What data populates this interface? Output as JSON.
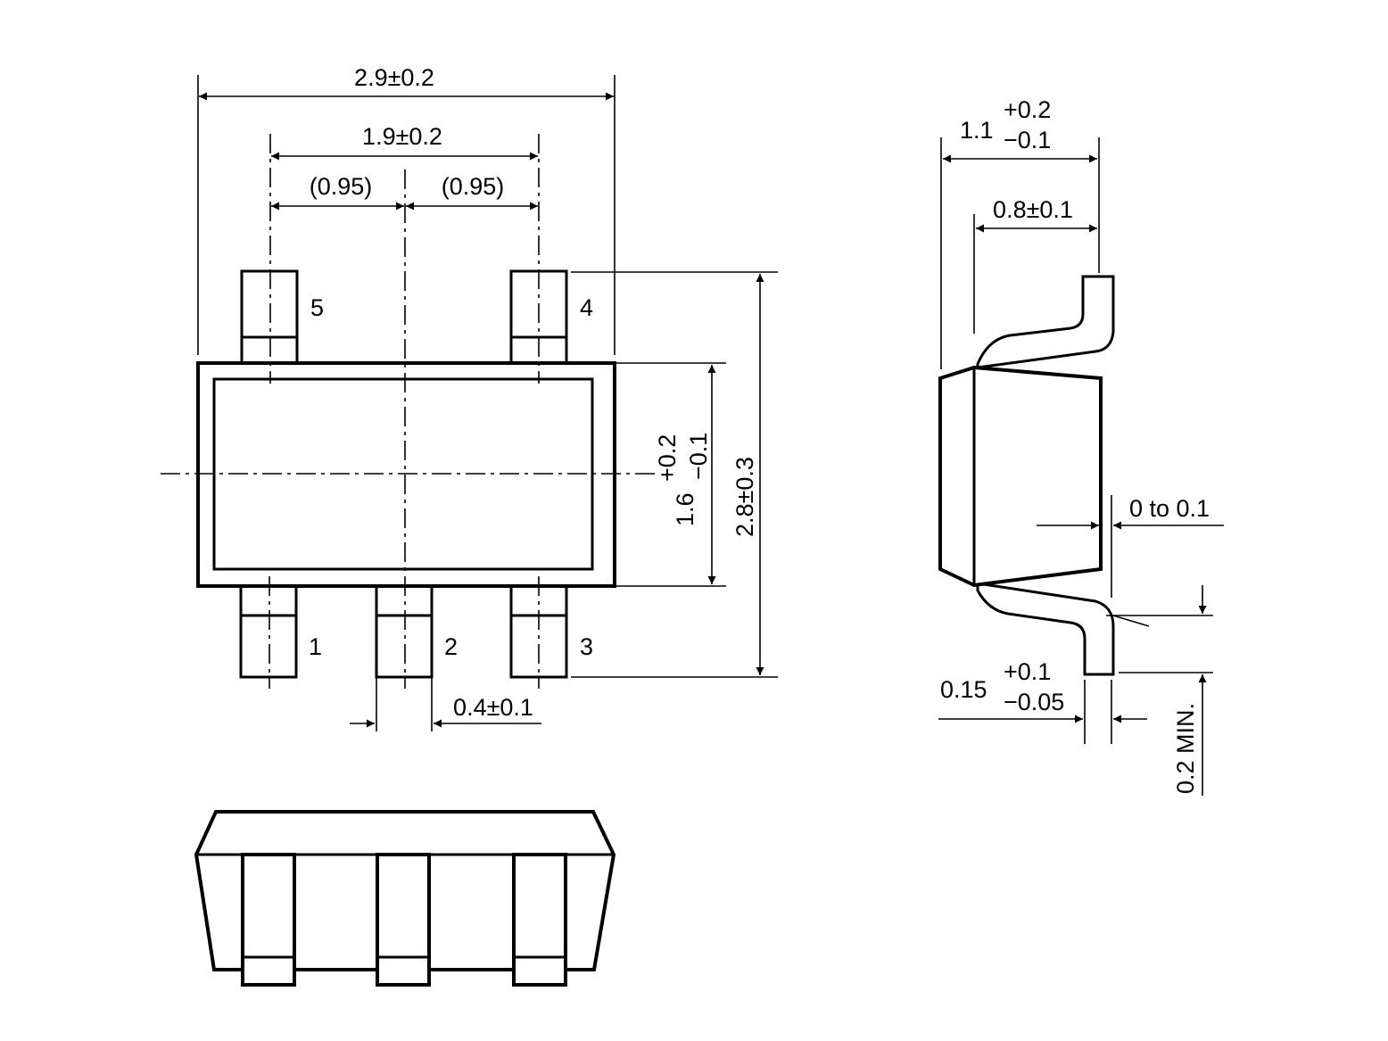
{
  "dimensions": {
    "overall_length": "2.9±0.2",
    "lead_span": "1.9±0.2",
    "pitch_left": "(0.95)",
    "pitch_right": "(0.95)",
    "lead_width": "0.4±0.1",
    "body_width_base": "1.6",
    "body_width_plus": "+0.2",
    "body_width_minus": "−0.1",
    "overall_width": "2.8±0.3",
    "height_base": "1.1",
    "height_plus": "+0.2",
    "height_minus": "−0.1",
    "body_height": "0.8±0.1",
    "standoff": "0 to 0.1",
    "lead_thickness_base": "0.15",
    "lead_thickness_plus": "+0.1",
    "lead_thickness_minus": "−0.05",
    "foot_length": "0.2 MIN."
  },
  "pins": {
    "p1": "1",
    "p2": "2",
    "p3": "3",
    "p4": "4",
    "p5": "5"
  }
}
